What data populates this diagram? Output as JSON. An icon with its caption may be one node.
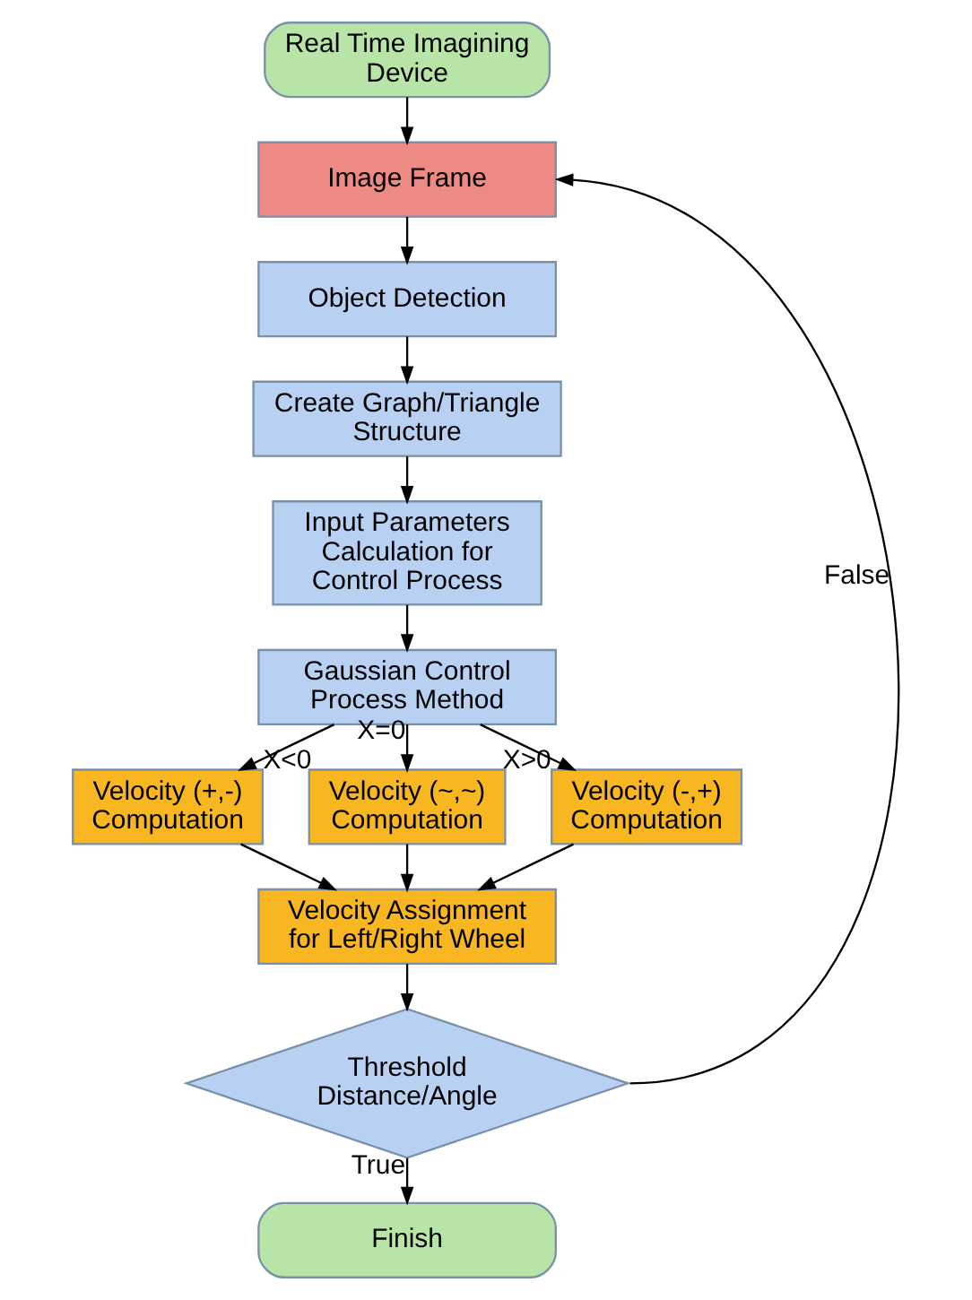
{
  "diagram": {
    "nodes": [
      {
        "text": [
          "Real Time Imagining Device"
        ]
      },
      {
        "text": [
          "Image Frame"
        ]
      },
      {
        "text": [
          "Object Detection"
        ]
      },
      {
        "text": [
          "Create Graph/Triangle Structure"
        ]
      },
      {
        "text": [
          "Input Parameters Calculation for Control Process"
        ]
      },
      {
        "text": [
          "Gaussian Control Process Method"
        ]
      },
      {
        "text": [
          "Velocity (+,-) Computation"
        ]
      },
      {
        "text": [
          "Velocity (~,~) Computation"
        ]
      },
      {
        "text": [
          "Velocity (-,+) Computation"
        ]
      },
      {
        "text": [
          "Velocity Assignment for Left/Right Wheel"
        ]
      },
      {
        "text": [
          "Threshold Distance/Angle"
        ]
      },
      {
        "text": [
          "Finish"
        ]
      }
    ],
    "edges": [
      {
        "from": 0,
        "to": 1,
        "arrow": "to"
      },
      {
        "from": 1,
        "to": 2,
        "arrow": "to"
      },
      {
        "from": 2,
        "to": 3,
        "arrow": "to"
      },
      {
        "from": 3,
        "to": 4,
        "arrow": "to"
      },
      {
        "from": 4,
        "to": 5,
        "arrow": "to"
      },
      {
        "from": 5,
        "to": 6,
        "label": "X<0",
        "arrow": "to"
      },
      {
        "from": 5,
        "to": 7,
        "label": "X=0",
        "arrow": "to"
      },
      {
        "from": 5,
        "to": 8,
        "label": "X>0",
        "arrow": "to"
      },
      {
        "from": 6,
        "to": 9,
        "arrow": "to"
      },
      {
        "from": 7,
        "to": 9,
        "arrow": "to"
      },
      {
        "from": 8,
        "to": 9,
        "arrow": "to"
      },
      {
        "from": 9,
        "to": 10,
        "arrow": "to"
      },
      {
        "from": 10,
        "to": 11,
        "label": "True",
        "arrow": "to"
      },
      {
        "from": 10,
        "to": 1,
        "label": "False",
        "arrow": "to"
      }
    ]
  }
}
